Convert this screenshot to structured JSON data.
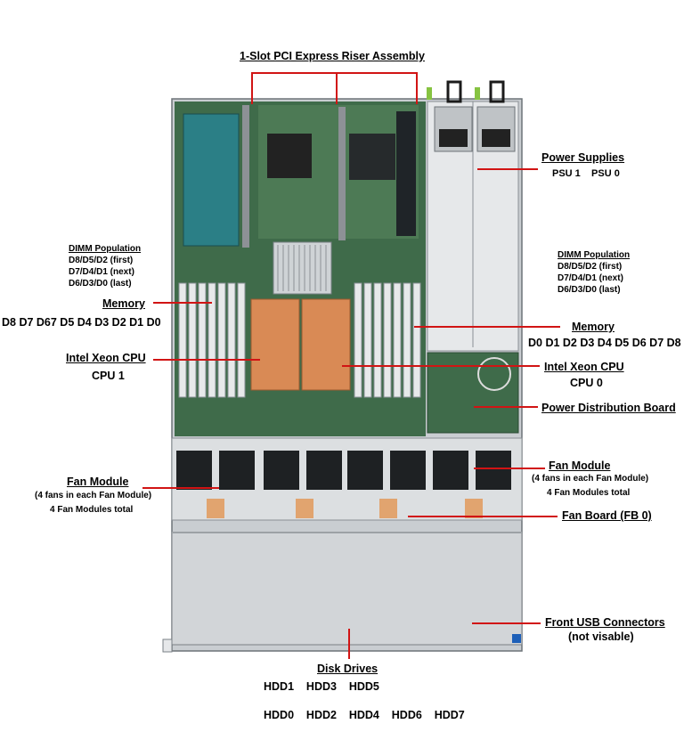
{
  "title": "1-Slot PCI Express Riser Assembly",
  "power_supplies": {
    "label": "Power Supplies",
    "units": "PSU 1    PSU 0"
  },
  "dimm_left": {
    "title": "DIMM Population",
    "lines": [
      "D8/D5/D2 (first)",
      "D7/D4/D1 (next)",
      "D6/D3/D0 (last)"
    ]
  },
  "dimm_right": {
    "title": "DIMM Population",
    "lines": [
      "D8/D5/D2 (first)",
      "D7/D4/D1 (next)",
      "D6/D3/D0 (last)"
    ]
  },
  "memory_left": {
    "label": "Memory",
    "slots": "D8 D7 D67 D5 D4 D3 D2 D1 D0"
  },
  "memory_right": {
    "label": "Memory",
    "slots": "D0 D1 D2 D3 D4 D5 D6 D7 D8"
  },
  "cpu_left": {
    "label": "Intel Xeon CPU",
    "name": "CPU 1"
  },
  "cpu_right": {
    "label": "Intel Xeon CPU",
    "name": "CPU 0"
  },
  "pdb": {
    "label": "Power Distribution Board"
  },
  "fan_left": {
    "label": "Fan Module",
    "line1": "(4 fans in each Fan Module)",
    "line2": "4 Fan Modules total"
  },
  "fan_right": {
    "label": "Fan Module",
    "line1": "(4 fans in each Fan Module)",
    "line2": "4 Fan Modules total"
  },
  "fan_board": {
    "label": "Fan Board (FB 0)"
  },
  "usb": {
    "label": "Front USB Connectors",
    "note": "(not visable)"
  },
  "disks": {
    "label": "Disk Drives",
    "row1": "HDD1    HDD3    HDD5",
    "row2": "HDD0    HDD2    HDD4    HDD6    HDD7"
  },
  "colors": {
    "leader": "#d11414",
    "copper": "#d98a55",
    "pcb": "#3f6b4a",
    "chassis": "#c9cdd1"
  }
}
